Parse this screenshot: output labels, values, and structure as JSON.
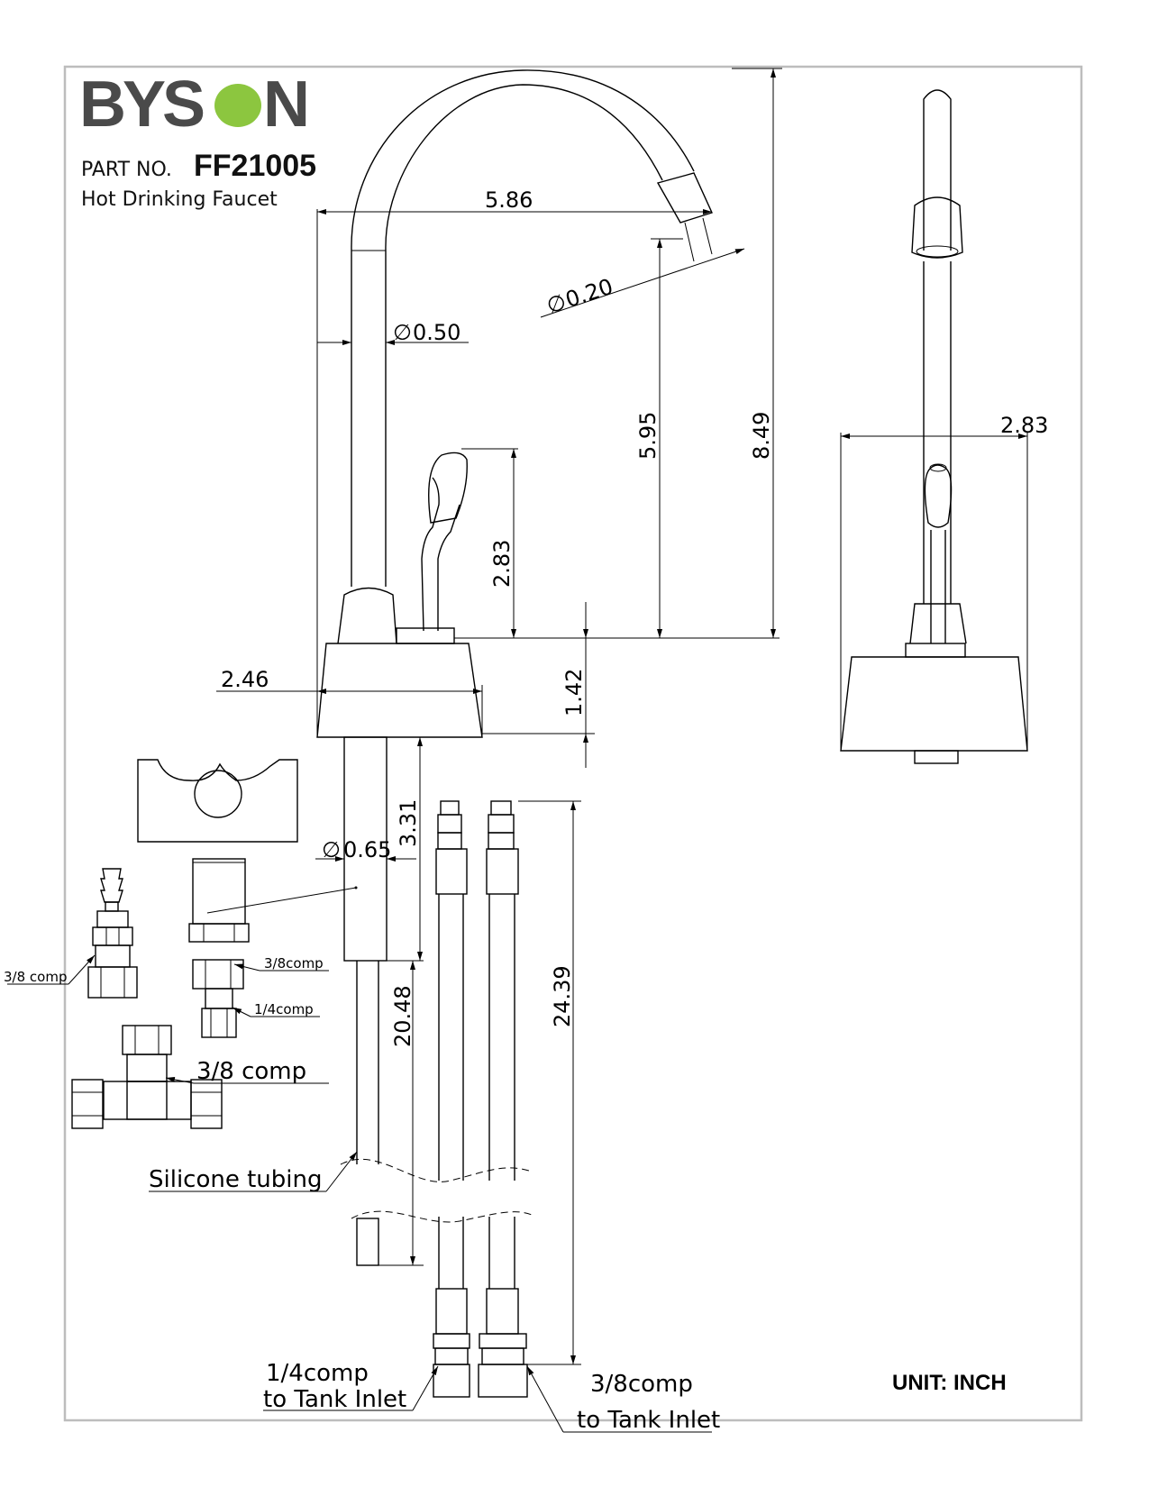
{
  "brand": {
    "name": "BYSON",
    "text_color": "#4a4a4a",
    "accent_color": "#8cc63f"
  },
  "title_block": {
    "part_no_label": "PART NO.",
    "part_no": "FF21005",
    "product": "Hot Drinking Faucet"
  },
  "dimensions": {
    "spout_reach": "5.86",
    "aerator_dia": "0.20",
    "spout_dia": "0.50",
    "spout_height": "5.95",
    "overall_height": "8.49",
    "handle_height": "2.83",
    "side_width": "2.83",
    "base_width": "2.46",
    "base_height": "1.42",
    "shank_length": "3.31",
    "shank_dia": "0.65",
    "tubing_length": "20.48",
    "supply_line_length": "24.39"
  },
  "dia_symbol": "∅",
  "callouts": {
    "comp_38_left": "3/8 comp",
    "comp_38_fitting": "3/8comp",
    "comp_14_fitting": "1/4comp",
    "tee_38": "3/8 comp",
    "silicone": "Silicone tubing",
    "inlet_14_line1": "1/4comp",
    "inlet_14_line2": "to Tank Inlet",
    "inlet_38_line1": "3/8comp",
    "inlet_38_line2": "to Tank Inlet"
  },
  "unit_label": "UNIT: INCH"
}
